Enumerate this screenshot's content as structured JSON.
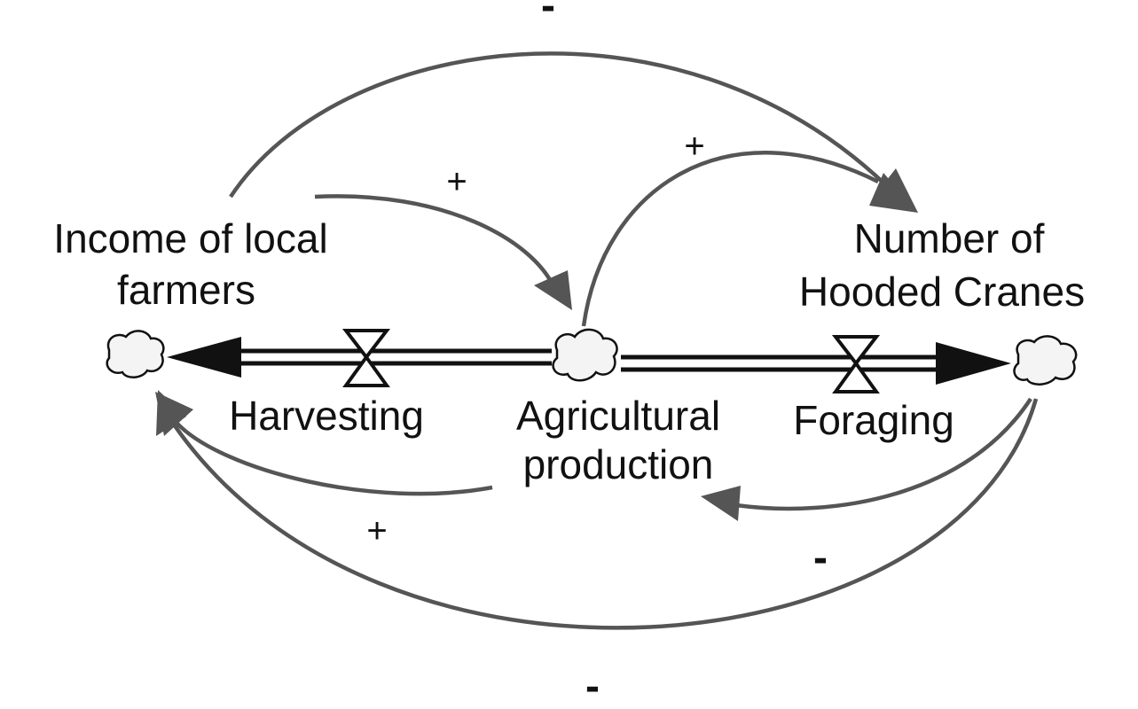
{
  "nodes": {
    "income": [
      "Income of local",
      "farmers"
    ],
    "cranes": [
      "Number of",
      "Hooded Cranes"
    ],
    "agri": [
      "Agricultural",
      "production"
    ]
  },
  "flows": {
    "harvesting": "Harvesting",
    "foraging": "Foraging"
  },
  "links": {
    "income_to_cranes": "-",
    "income_to_agri": "+",
    "agri_to_cranes": "+",
    "agri_to_income": "+",
    "cranes_to_agri": "-",
    "cranes_to_income": "-"
  },
  "colors": {
    "link": "#555555",
    "pipe": "#111111",
    "text": "#111111"
  }
}
